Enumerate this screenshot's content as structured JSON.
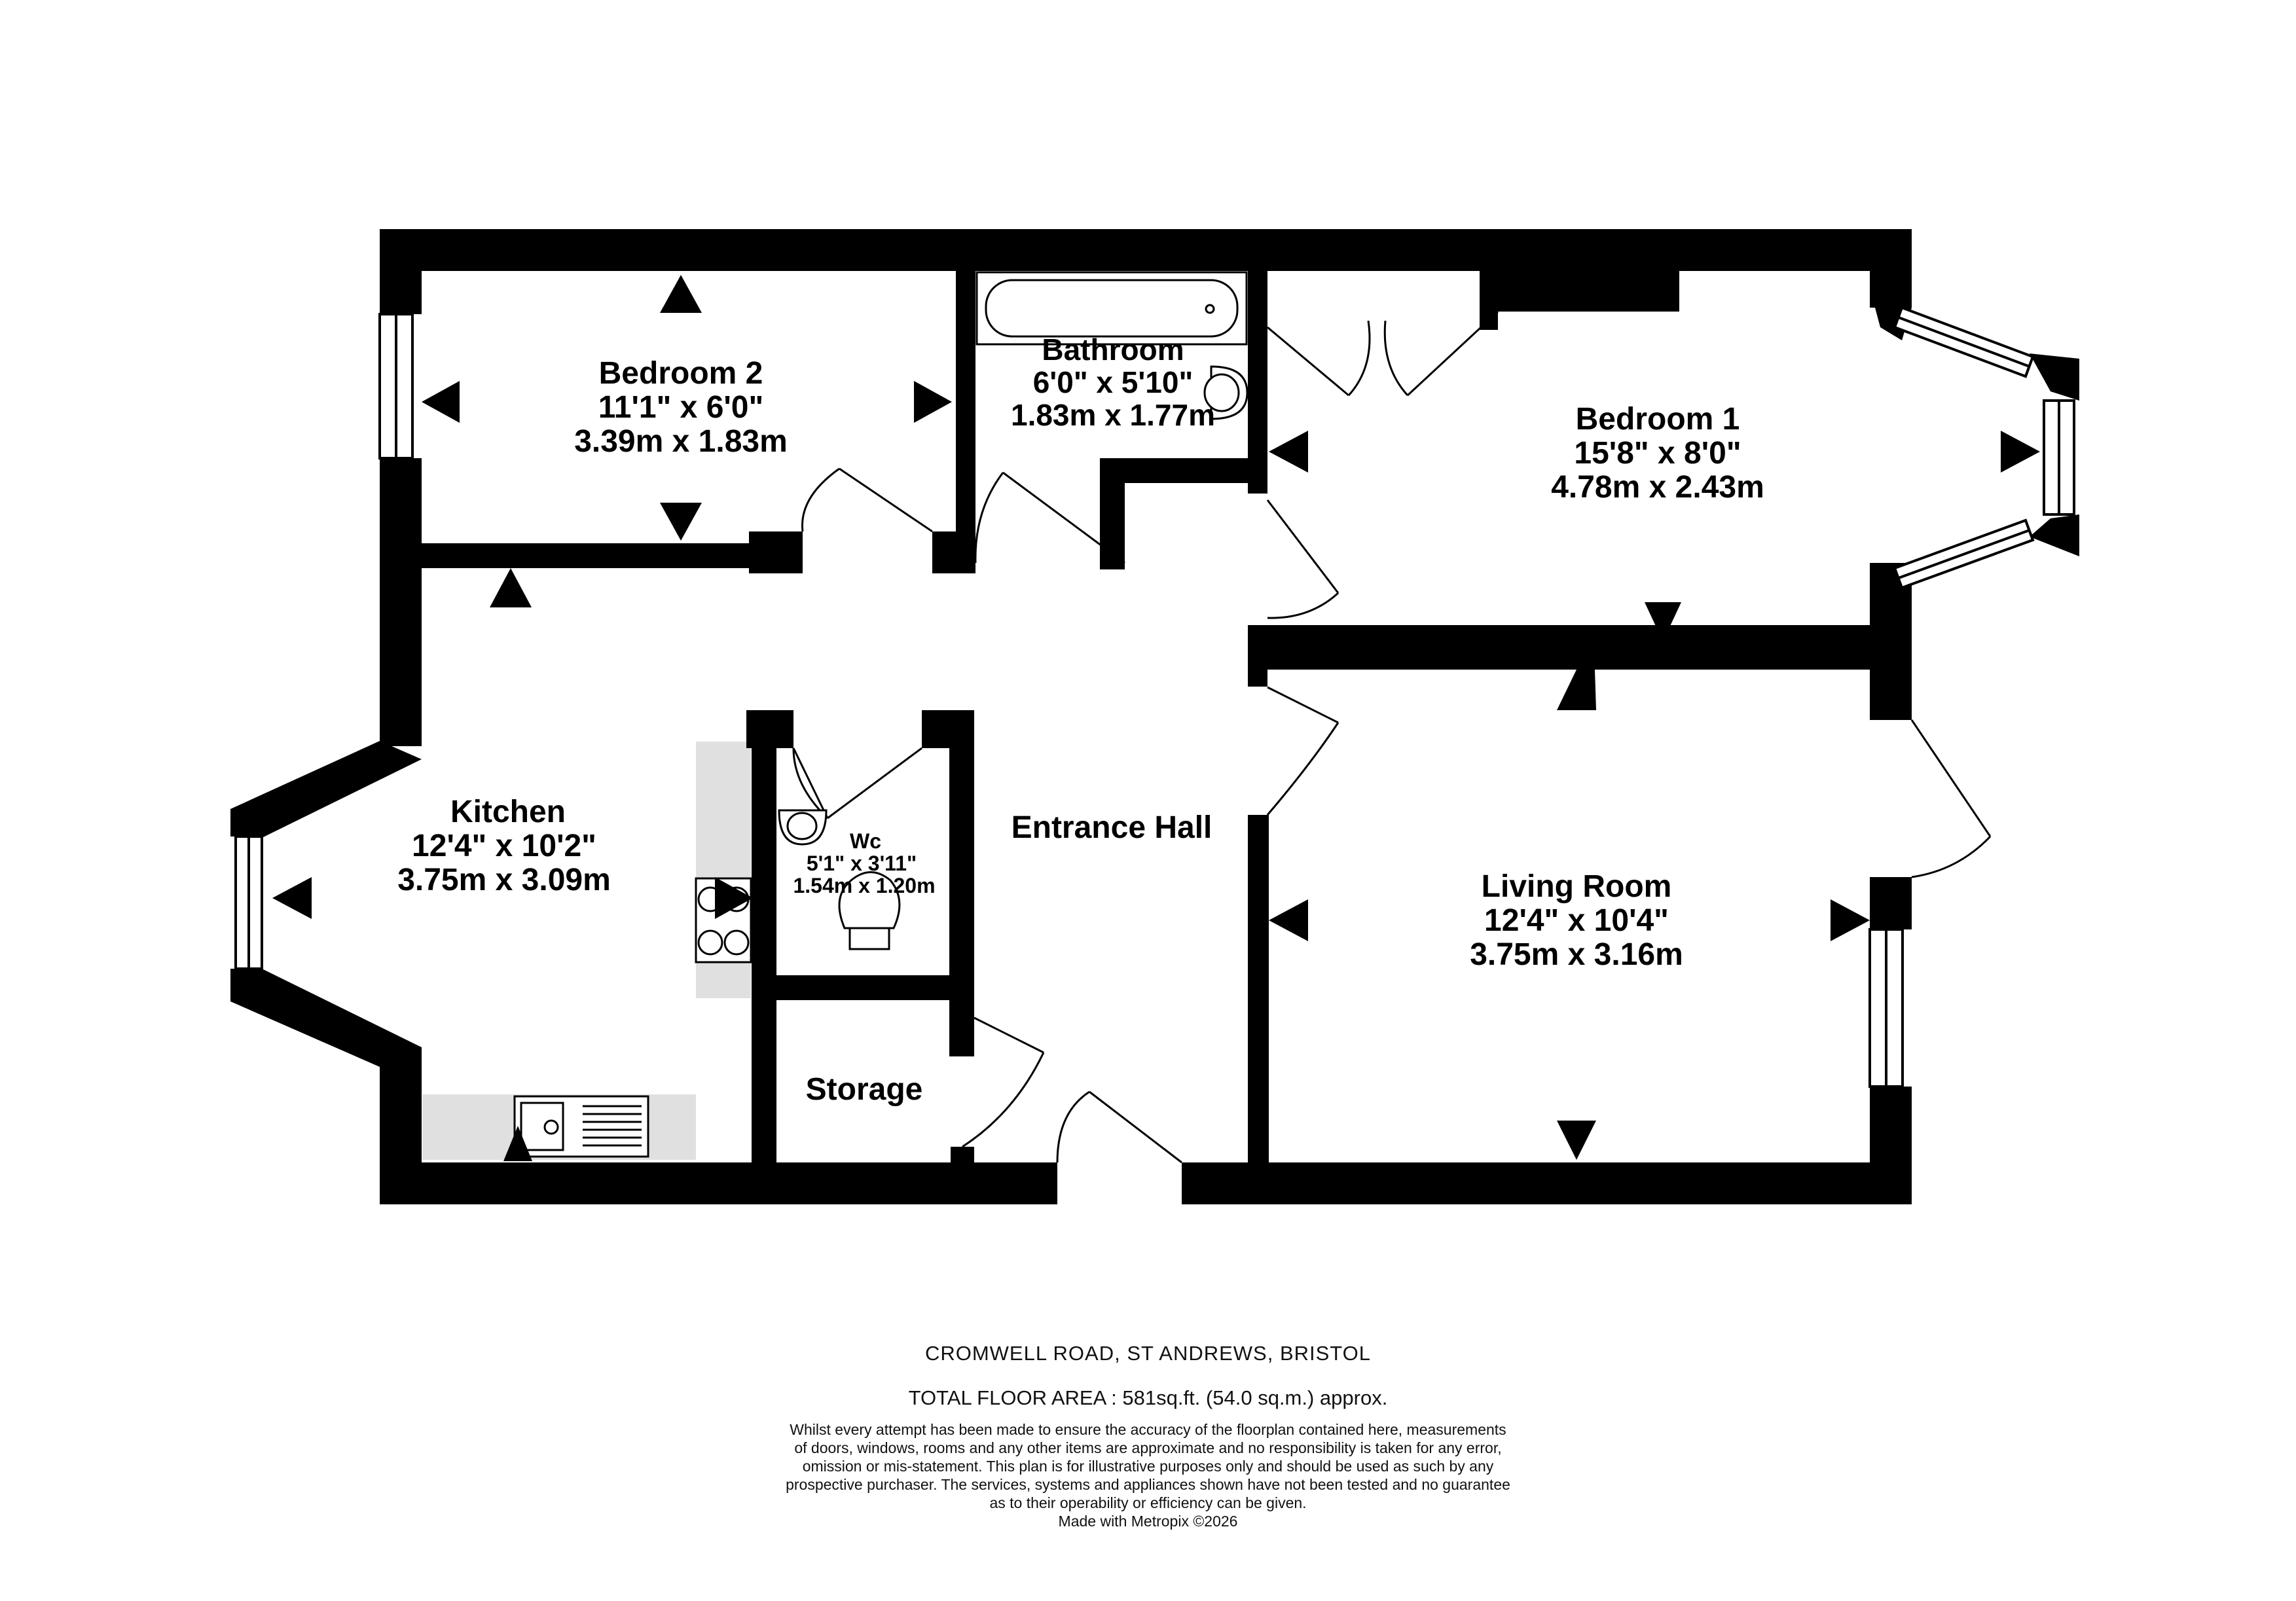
{
  "rooms": {
    "bedroom2": {
      "name": "Bedroom 2",
      "imperial": "11'1\"  x 6'0\"",
      "metric": "3.39m  x 1.83m"
    },
    "bathroom": {
      "name": "Bathroom",
      "imperial": "6'0\"  x 5'10\"",
      "metric": "1.83m  x 1.77m"
    },
    "bedroom1": {
      "name": "Bedroom 1",
      "imperial": "15'8\"  x 8'0\"",
      "metric": "4.78m  x 2.43m"
    },
    "kitchen": {
      "name": "Kitchen",
      "imperial": "12'4\"  x 10'2\"",
      "metric": "3.75m  x 3.09m"
    },
    "wc": {
      "name": "Wc",
      "imperial": "5'1\"  x 3'11\"",
      "metric": "1.54m  x 1.20m"
    },
    "entrance_hall": {
      "name": "Entrance Hall"
    },
    "living_room": {
      "name": "Living Room",
      "imperial": "12'4\"  x 10'4\"",
      "metric": "3.75m  x 3.16m"
    },
    "storage": {
      "name": "Storage"
    }
  },
  "footer": {
    "address": "CROMWELL ROAD, ST ANDREWS, BRISTOL",
    "total_area": "TOTAL FLOOR AREA : 581sq.ft. (54.0 sq.m.) approx.",
    "disclaimer_lines": [
      "Whilst every attempt has been made to ensure the accuracy of the floorplan contained here, measurements",
      "of doors, windows, rooms and any other items are approximate and no responsibility is taken for any error,",
      "omission or mis-statement. This plan is for illustrative purposes only and should be used as such by any",
      "prospective purchaser. The services, systems and appliances shown have not been tested and no guarantee",
      "as to their operability or efficiency can be given.",
      "Made with Metropix ©2026"
    ]
  }
}
